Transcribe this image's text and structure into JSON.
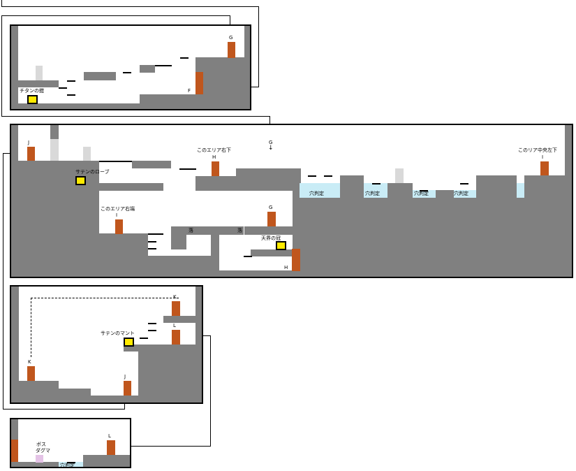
{
  "colors": {
    "wall": "#808080",
    "gate": "#d9d9d9",
    "door": "#c0561d",
    "item": "#ffea00",
    "pit": "#c9ecf6",
    "boss": "#e4c3e6"
  },
  "room1": {
    "item_label": "チタンの鎧",
    "door_g": "G",
    "door_f": "F"
  },
  "room2": {
    "arrow_label": "G",
    "arrow_glyph": "↓",
    "door_j": "J",
    "item_robe": "サテンのローブ",
    "note_right_bottom": "このエリア右下",
    "door_h_top": "H",
    "note_center_left": "このリア中央左下",
    "door_i_top": "I",
    "note_right_end": "このエリア右端",
    "door_i_mid": "I",
    "door_g_mid": "G",
    "fall_1": "落",
    "fall_2": "落",
    "item_crown": "天界の冠",
    "door_h_low": "H",
    "pit_1": "穴判定",
    "pit_2": "穴判定",
    "pit_3": "穴判定",
    "pit_4": "穴判定"
  },
  "room3": {
    "door_k_top": "K",
    "door_k_low": "K",
    "item_mantle": "サテンのマント",
    "door_l": "L",
    "door_j": "J"
  },
  "room4": {
    "boss_line1": "ボス",
    "boss_line2": "ダグマ",
    "door_l": "L",
    "pit": "穴判定"
  }
}
